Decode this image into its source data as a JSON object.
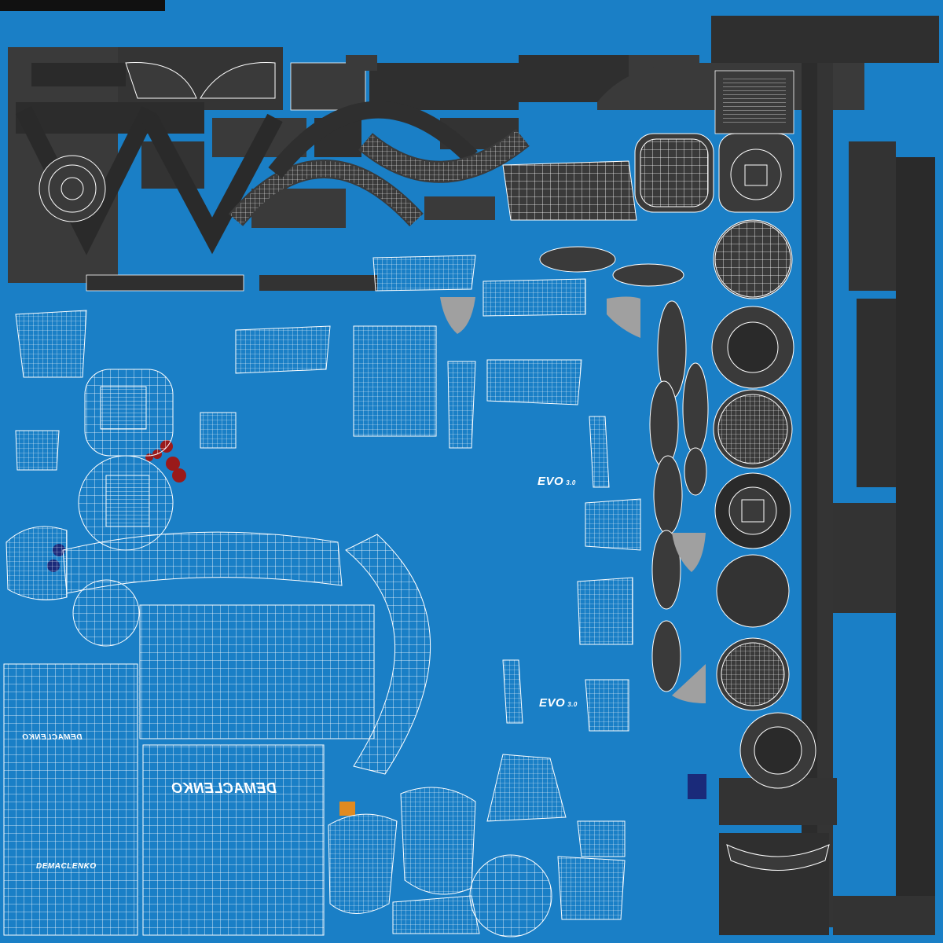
{
  "labels": {
    "evo_main": "EVO",
    "evo_version": "3.0",
    "brand": "DEMACLENKO"
  },
  "colors": {
    "background": "#1a7fc6",
    "island": "#3a3a3a",
    "island_dark": "#2c2c2c",
    "wire": "#ffffff",
    "grey_patch": "#a0a0a0",
    "red_patch": "#9a1a1a",
    "navy_patch": "#1a2a7a",
    "orange_patch": "#e08a20"
  }
}
